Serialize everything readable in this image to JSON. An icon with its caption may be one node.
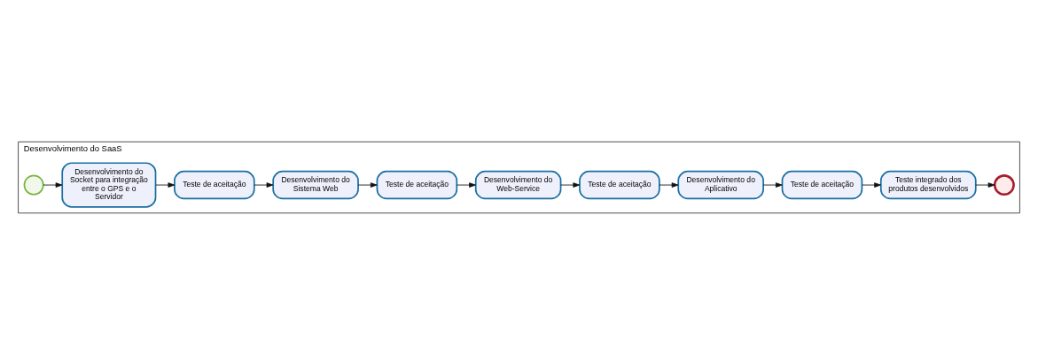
{
  "diagram": {
    "nodes": [
      {
        "text": [
          "Desenvolvimento do SaaS"
        ]
      },
      {
        "text": [],
        "shape": "circle",
        "in": 0
      },
      {
        "text": [
          "Desenvolvimento do Socket para integração entre o GPS e o Servidor"
        ],
        "in": 0
      },
      {
        "text": [
          "Teste de aceitação"
        ],
        "in": 0
      },
      {
        "text": [
          "Desenvolvimento do Sistema Web"
        ],
        "in": 0
      },
      {
        "text": [
          "Teste de aceitação"
        ],
        "in": 0
      },
      {
        "text": [
          "Desenvolvimento do Web-Service"
        ],
        "in": 0
      },
      {
        "text": [
          "Teste de aceitação"
        ],
        "in": 0
      },
      {
        "text": [
          "Desenvolvimento do Aplicativo"
        ],
        "in": 0
      },
      {
        "text": [
          "Teste de aceitação"
        ],
        "in": 0
      },
      {
        "text": [
          "Teste integrado dos produtos desenvolvidos"
        ],
        "in": 0
      },
      {
        "text": [],
        "shape": "circle",
        "in": 0
      }
    ],
    "edges": [
      {
        "from": 1,
        "to": 2,
        "arrow": "to"
      },
      {
        "from": 2,
        "to": 3,
        "arrow": "to"
      },
      {
        "from": 3,
        "to": 4,
        "arrow": "to"
      },
      {
        "from": 4,
        "to": 5,
        "arrow": "to"
      },
      {
        "from": 5,
        "to": 6,
        "arrow": "to"
      },
      {
        "from": 6,
        "to": 7,
        "arrow": "to"
      },
      {
        "from": 7,
        "to": 8,
        "arrow": "to"
      },
      {
        "from": 8,
        "to": 9,
        "arrow": "to"
      },
      {
        "from": 9,
        "to": 10,
        "arrow": "to"
      },
      {
        "from": 10,
        "to": 11,
        "arrow": "to"
      }
    ]
  }
}
